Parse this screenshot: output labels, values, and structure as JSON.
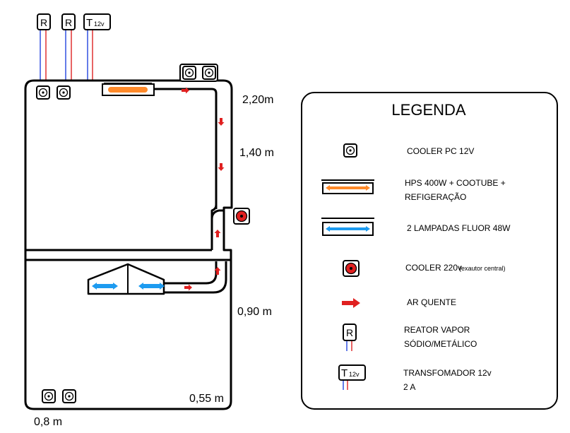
{
  "dimensions": {
    "top_width": "2,20m",
    "upper_height": "1,40 m",
    "lower_height": "0,90 m",
    "depth": "0,55 m",
    "bottom_width": "0,8 m"
  },
  "components": {
    "reactor_1": "R",
    "reactor_2": "R",
    "transformer": {
      "letter": "T",
      "subscript": "12v"
    }
  },
  "legend": {
    "title": "LEGENDA",
    "items": [
      {
        "icon": "cooler-pc-icon",
        "label": "COOLER PC 12V"
      },
      {
        "icon": "hps-cooltube-icon",
        "label_line1": "HPS 400W + COOTUBE +",
        "label_line2": "REFIGERAÇÃO"
      },
      {
        "icon": "fluorescent-lamps-icon",
        "label": "2 LAMPADAS FLUOR 48W"
      },
      {
        "icon": "cooler-220v-icon",
        "label": "COOLER 220v",
        "note": "(exautor central)"
      },
      {
        "icon": "hot-air-arrow-icon",
        "label": "AR QUENTE"
      },
      {
        "icon": "reactor-icon",
        "label_line1": "REATOR VAPOR",
        "label_line2": "SÓDIO/METÁLICO",
        "letter": "R"
      },
      {
        "icon": "transformer-icon",
        "label_line1": "TRANSFOMADOR 12v",
        "label_line2": "2 A",
        "letter": "T",
        "subscript": "12v"
      }
    ]
  },
  "colors": {
    "outline": "#000000",
    "hps_lamp": "#ff8a2a",
    "fluor_lamp": "#1d9bf0",
    "hot_air": "#e02020",
    "cooler_220v": "#e02020",
    "wire_red": "#e03030",
    "wire_blue": "#3050e0"
  }
}
